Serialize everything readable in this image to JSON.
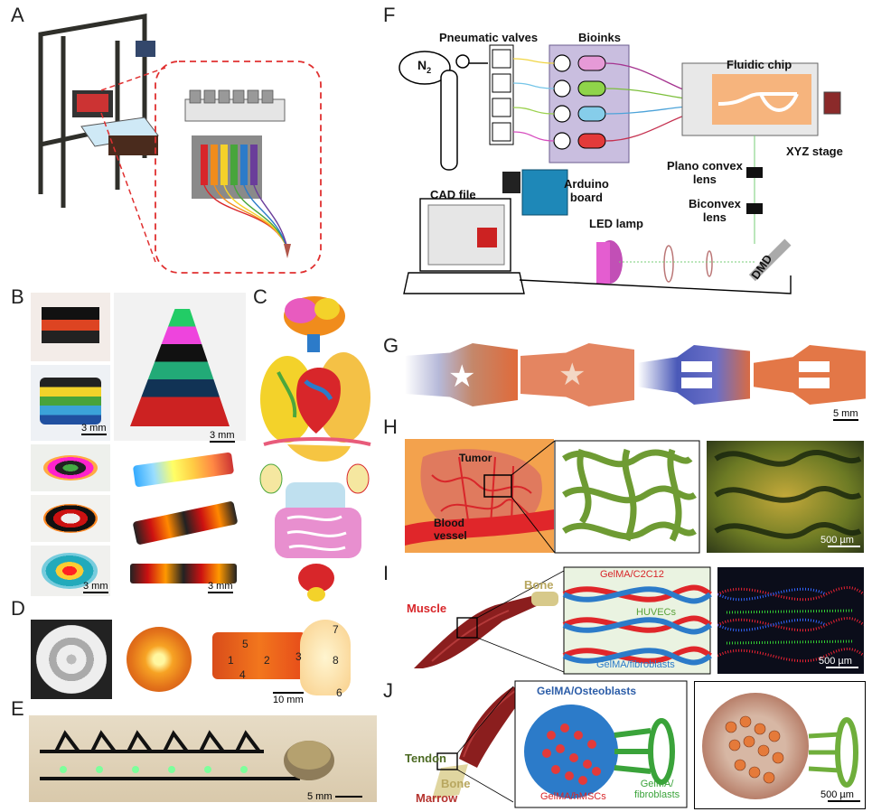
{
  "panels": {
    "A": "A",
    "B": "B",
    "C": "C",
    "D": "D",
    "E": "E",
    "F": "F",
    "G": "G",
    "H": "H",
    "I": "I",
    "J": "J"
  },
  "panel_f": {
    "n2_main": "N",
    "n2_sub": "2",
    "pneumatic_valves": "Pneumatic valves",
    "bioinks": "Bioinks",
    "fluidic_chip": "Fluidic chip",
    "xyz_stage": "XYZ stage",
    "plano_convex_lens": "Plano convex\nlens",
    "biconvex_lens": "Biconvex\nlens",
    "arduino_board": "Arduino\nboard",
    "cad_file": "CAD file",
    "led_lamp": "LED lamp",
    "dmd": "DMD"
  },
  "panel_b": {
    "scale1": "3 mm",
    "scale2": "3 mm",
    "scale3": "3 mm",
    "scale4": "3 mm"
  },
  "panel_d": {
    "labels": [
      "1",
      "2",
      "3",
      "4",
      "5",
      "6",
      "7",
      "8"
    ],
    "scale": "10 mm"
  },
  "panel_e": {
    "scale": "5 mm"
  },
  "panel_g": {
    "scale": "5 mm"
  },
  "panel_h": {
    "tumor": "Tumor",
    "blood_vessel": "Blood\nvessel",
    "scale": "500 µm"
  },
  "panel_i": {
    "muscle": "Muscle",
    "bone": "Bone",
    "gelma_c2c12": "GelMA/C2C12",
    "huvecs": "HUVECs",
    "gelma_fibroblasts": "GelMA/fibroblasts",
    "scale": "500 µm"
  },
  "panel_j": {
    "tendon": "Tendon",
    "bone": "Bone",
    "marrow": "Marrow",
    "gelma_osteoblasts": "GelMA/Osteoblasts",
    "gelma_hmscs": "GelMA/hMSCs",
    "gelma_fibroblasts": "GelMA/\nfibroblasts",
    "scale": "500 µm"
  },
  "colors": {
    "red": "#d8262a",
    "blue": "#2c7bc9",
    "green": "#6aa83c",
    "orange": "#f0a045",
    "purple": "#b9a8d6",
    "muscle": "#8b1e1e"
  }
}
